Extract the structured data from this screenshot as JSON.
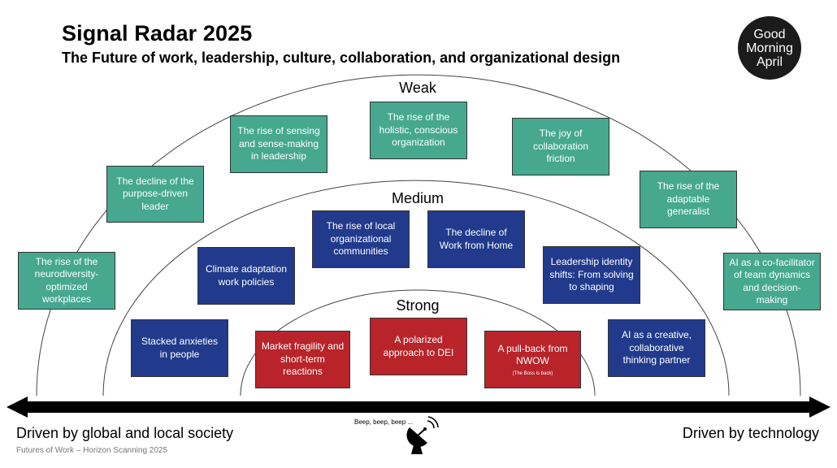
{
  "header": {
    "title": "Signal Radar 2025",
    "subtitle": "The Future of work, leadership, culture, collaboration, and organizational design"
  },
  "logo": {
    "lines": [
      "Good",
      "Morning",
      "April"
    ]
  },
  "rings": {
    "weak": "Weak",
    "medium": "Medium",
    "strong": "Strong"
  },
  "signals": {
    "neurodiversity": "The rise of the neurodiversity-optimized workplaces",
    "purpose_leader": "The decline of the purpose-driven leader",
    "sensing": "The rise of sensing and sense-making in leadership",
    "holistic": "The rise of the holistic, conscious organization",
    "joy_friction": "The joy of collaboration friction",
    "adaptable": "The rise of the adaptable generalist",
    "ai_facilitator": "AI as a co-facilitator of team dynamics and decision-making",
    "climate": "Climate adaptation work policies",
    "local_communities": "The rise of local organizational communities",
    "wfh_decline": "The decline of Work from Home",
    "identity_shifts": "Leadership identity shifts: From solving to shaping",
    "anxieties": "Stacked anxieties in people",
    "ai_creative": "AI as a creative, collaborative thinking partner",
    "market_fragility": "Market fragility and short-term reactions",
    "polarized_dei": "A polarized approach to DEI",
    "pullback": "A pull-back from NWOW",
    "pullback_note": "(The Boss is back)"
  },
  "axis": {
    "left_label": "Driven by global and local society",
    "right_label": "Driven by technology"
  },
  "beep": "Beep, beep, beep ...",
  "footer": "Futures of Work – Horizon Scanning 2025",
  "colors": {
    "weak": "#45a88f",
    "medium": "#213a8c",
    "strong": "#b8242a",
    "axis": "#000000"
  },
  "icons": [
    "satellite-dish-icon"
  ]
}
